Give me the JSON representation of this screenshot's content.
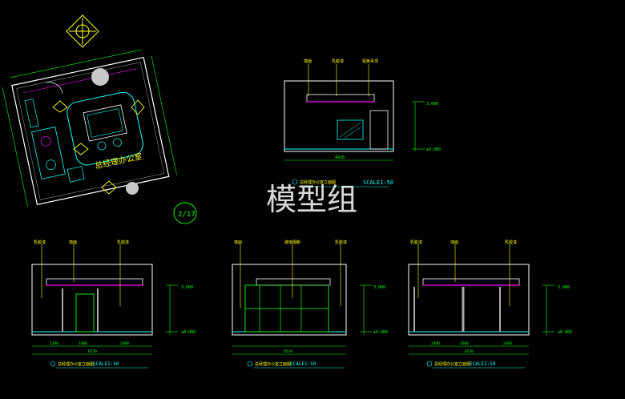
{
  "watermark": "模型组",
  "plan": {
    "room_label": "总经理办公室",
    "detail_tag": "2/17"
  },
  "elevation_top": {
    "title": "总经理办公室立面图",
    "scale": "SCALE1:50",
    "callouts": [
      "墙面",
      "乳胶漆",
      "铝板吊顶"
    ],
    "dim_top": "3.000",
    "dim_floor": "±0.000",
    "dim_width": "4420"
  },
  "elevation_left": {
    "title": "总经理办公室立面图",
    "scale": "SCALE1:50",
    "callouts": [
      "乳胶漆",
      "墙面",
      "乳胶漆"
    ],
    "dim_top": "3.000",
    "dim_floor": "±0.000",
    "dims_bottom": [
      "1200",
      "1600",
      "2400"
    ],
    "dim_total": "6570"
  },
  "elevation_mid": {
    "title": "总经理办公室立面图",
    "scale": "SCALE1:50",
    "callouts": [
      "墙面",
      "玻璃隔断",
      "乳胶漆"
    ],
    "dim_top": "3.000",
    "dim_floor": "±0.000",
    "dim_total": "6570"
  },
  "elevation_right": {
    "title": "总经理办公室立面图",
    "scale": "SCALE1:50",
    "callouts": [
      "乳胶漆",
      "墙面",
      "乳胶漆"
    ],
    "dim_top": "3.000",
    "dim_floor": "±0.000",
    "dims_bottom": [
      "2400",
      "1600",
      "2400"
    ],
    "dim_total": "6570"
  },
  "colors": {
    "background": "#000000",
    "wall": "#ffffff",
    "dim": "#00ff00",
    "callout": "#ffff00",
    "accent_cyan": "#00ffff",
    "accent_magenta": "#ff00ff",
    "watermark": "#ffffff"
  }
}
